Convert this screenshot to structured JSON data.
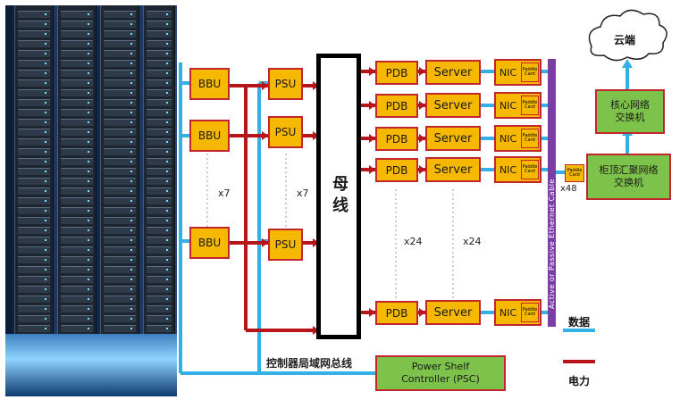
{
  "bbu_label": "BBU",
  "psu_label": "PSU",
  "bbu_multiplier": "x7",
  "psu_multiplier": "x7",
  "busbar_label": "母线",
  "pdb_label": "PDB",
  "server_label": "Server",
  "nic_label": "NIC",
  "paddle_label": "Paddle Card",
  "row_multiplier": "x24",
  "server_multiplier": "x24",
  "cable_label": "Active or Passive Ethernet Cable",
  "tor_multiplier": "x48",
  "tor_switch_label": "柜顶汇聚网络交换机",
  "core_switch_label": "核心网络交换机",
  "cloud_label": "云端",
  "psc_label": "Power Shelf Controller (PSC)",
  "controller_bus_label": "控制器局域网总线",
  "legend": {
    "data_label": "数据",
    "power_label": "电力"
  },
  "colors": {
    "data": "#33b0e6",
    "power": "#b8141c",
    "box": "#f6b800",
    "green_box": "#7dc24a",
    "cable": "#7a3fa0"
  }
}
